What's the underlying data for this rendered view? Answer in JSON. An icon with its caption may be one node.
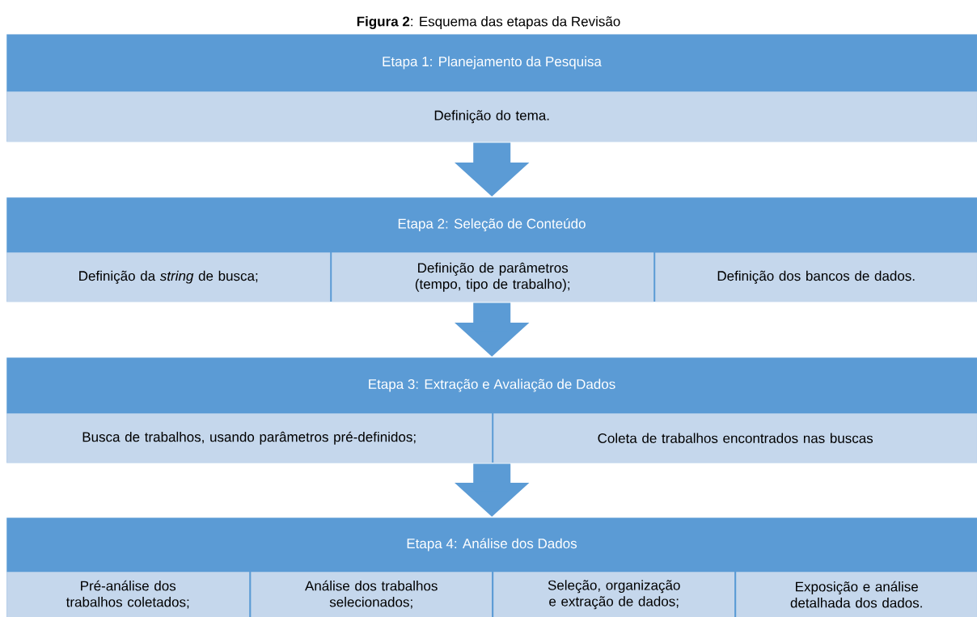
{
  "diagram": {
    "title": "**Figura 2**: Esquema das etapas da Revisão",
    "nodes": [
      {
        "text": [
          "Etapa 1: Planejamento da Pesquisa"
        ]
      },
      {
        "text": [
          "Definição do tema."
        ],
        "in": 0
      },
      {
        "text": [
          "Etapa 2: Seleção de Conteúdo"
        ]
      },
      {
        "text": [
          "Definição da *string* de busca;"
        ],
        "in": 2
      },
      {
        "text": [
          "Definição de parâmetros (tempo, tipo de trabalho);"
        ],
        "in": 2
      },
      {
        "text": [
          "Definição dos bancos de dados."
        ],
        "in": 2
      },
      {
        "text": [
          "Etapa 3: Extração e Avaliação de Dados"
        ]
      },
      {
        "text": [
          "Busca de trabalhos, usando parâmetros pré-definidos;"
        ],
        "in": 6
      },
      {
        "text": [
          "Coleta de trabalhos encontrados nas buscas"
        ],
        "in": 6
      },
      {
        "text": [
          "Etapa 4: Análise dos Dados"
        ]
      },
      {
        "text": [
          "Pré-análise dos trabalhos coletados;"
        ],
        "in": 9
      },
      {
        "text": [
          "Análise dos trabalhos selecionados;"
        ],
        "in": 9
      },
      {
        "text": [
          "Seleção, organização e extração de dados;"
        ],
        "in": 9
      },
      {
        "text": [
          "Exposição e análise detalhada dos dados."
        ],
        "in": 9
      }
    ],
    "edges": [
      {
        "from": 0,
        "to": 2,
        "arrow": "to"
      },
      {
        "from": 2,
        "to": 6,
        "arrow": "to"
      },
      {
        "from": 6,
        "to": 9,
        "arrow": "to"
      }
    ]
  }
}
